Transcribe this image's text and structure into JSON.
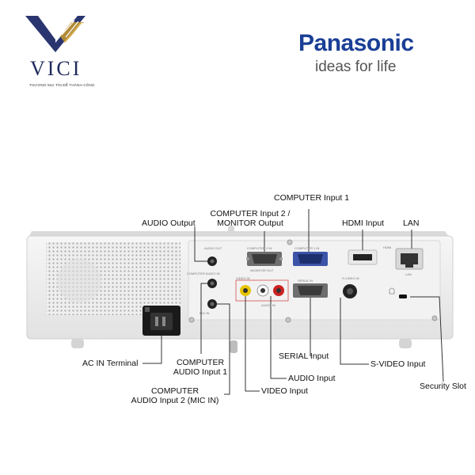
{
  "vici_logo": {
    "wordmark": "VICI",
    "tagline": "THƯƠNG MẠI TÍN ĐỂ THÀNH CÔNG",
    "colors": {
      "navy": "#2a3570",
      "gold": "#c99a2e"
    }
  },
  "panasonic": {
    "brand": "Panasonic",
    "slogan": "ideas for life",
    "colors": {
      "brand": "#1a3f96",
      "slogan": "#555555"
    }
  },
  "callouts": {
    "computer_input_1": "COMPUTER Input 1",
    "audio_output": "AUDIO Output",
    "computer_input_2_line1": "COMPUTER Input 2 /",
    "computer_input_2_line2": "MONITOR Output",
    "hdmi_input": "HDMI Input",
    "lan": "LAN",
    "ac_in": "AC IN Terminal",
    "comp_audio_1_line1": "COMPUTER",
    "comp_audio_1_line2": "AUDIO Input 1",
    "serial_input": "SERIAL Input",
    "s_video_input": "S-VIDEO Input",
    "security_slot": "Security Slot",
    "audio_input": "AUDIO Input",
    "comp_audio_2_line1": "COMPUTER",
    "comp_audio_2_line2": "AUDIO Input 2 (MIC IN)",
    "video_input": "VIDEO Input"
  },
  "panel_print": {
    "audio_out": "AUDIO OUT",
    "computer2_in": "COMPUTER 2 IN",
    "monitor_out": "/MONITOR OUT",
    "computer1_in": "COMPUTER 1 IN",
    "serial": "SERIAL IN",
    "hdmi": "HDMI",
    "lan": "LAN",
    "s_video": "S-VIDEO IN",
    "video_in": "VIDEO IN",
    "audio_in": "AUDIO IN",
    "computer_audio": "COMPUTER AUDIO IN",
    "mic": "MIC IN"
  }
}
